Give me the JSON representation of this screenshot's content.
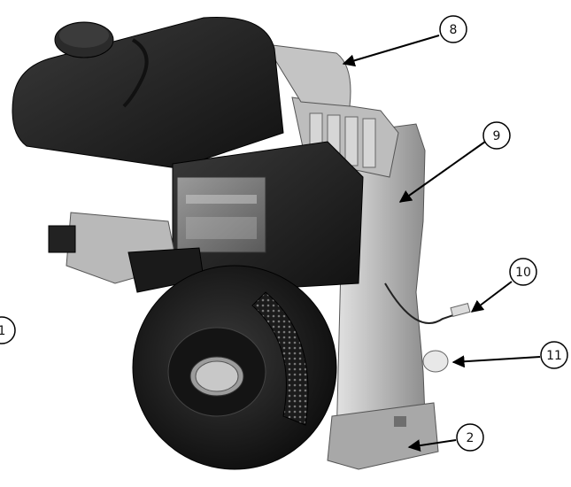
{
  "figure": {
    "description_hidden": false,
    "colors": {
      "background": "#ffffff",
      "engine_black": "#1a1a1a",
      "engine_dark": "#2b2b2b",
      "aluminum_light": "#cfcfcf",
      "aluminum_mid": "#a9a9a9",
      "aluminum_dark": "#7d7d7d",
      "callout_line": "#000000"
    },
    "callouts": [
      {
        "id": "c8",
        "label": "8"
      },
      {
        "id": "c9",
        "label": "9"
      },
      {
        "id": "c10",
        "label": "10"
      },
      {
        "id": "c11",
        "label": "11"
      },
      {
        "id": "c2",
        "label": "2"
      },
      {
        "id": "c1",
        "label": "1"
      }
    ]
  }
}
